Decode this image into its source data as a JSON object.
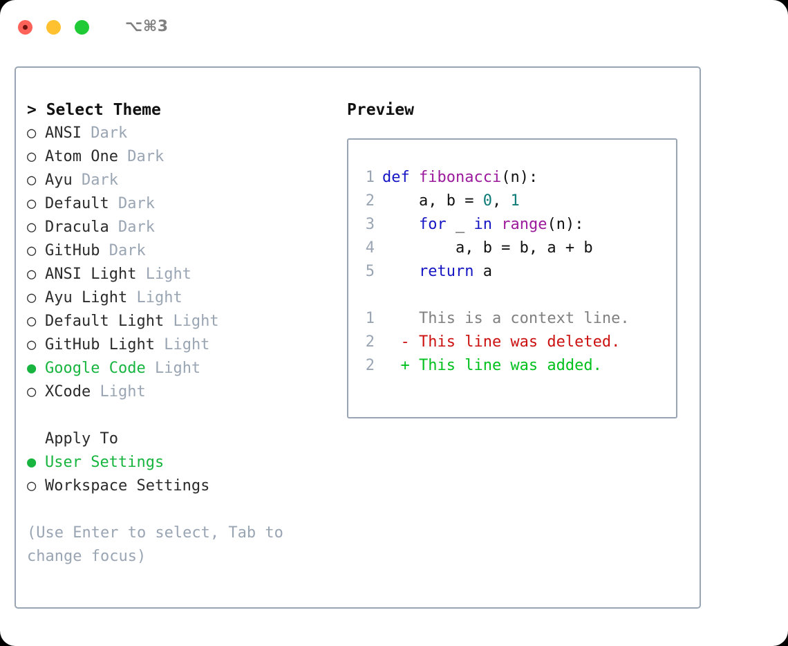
{
  "window": {
    "shortcut_hint": "⌥⌘3",
    "traffic_lights": [
      "close",
      "minimize",
      "maximize"
    ]
  },
  "theme_selector": {
    "heading": "> Select Theme",
    "options": [
      {
        "marker": "○",
        "name": "ANSI",
        "variant": "Dark",
        "selected": false
      },
      {
        "marker": "○",
        "name": "Atom One",
        "variant": "Dark",
        "selected": false
      },
      {
        "marker": "○",
        "name": "Ayu",
        "variant": "Dark",
        "selected": false
      },
      {
        "marker": "○",
        "name": "Default",
        "variant": "Dark",
        "selected": false
      },
      {
        "marker": "○",
        "name": "Dracula",
        "variant": "Dark",
        "selected": false
      },
      {
        "marker": "○",
        "name": "GitHub",
        "variant": "Dark",
        "selected": false
      },
      {
        "marker": "○",
        "name": "ANSI Light",
        "variant": "Light",
        "selected": false
      },
      {
        "marker": "○",
        "name": "Ayu Light",
        "variant": "Light",
        "selected": false
      },
      {
        "marker": "○",
        "name": "Default Light",
        "variant": "Light",
        "selected": false
      },
      {
        "marker": "○",
        "name": "GitHub Light",
        "variant": "Light",
        "selected": false
      },
      {
        "marker": "●",
        "name": "Google Code",
        "variant": "Light",
        "selected": true
      },
      {
        "marker": "○",
        "name": "XCode",
        "variant": "Light",
        "selected": false
      }
    ]
  },
  "apply_to": {
    "heading": "Apply To",
    "options": [
      {
        "marker": "●",
        "name": "User Settings",
        "selected": true
      },
      {
        "marker": "○",
        "name": "Workspace Settings",
        "selected": false
      }
    ]
  },
  "footer_hint": "(Use Enter to select, Tab to\nchange focus)",
  "preview": {
    "heading": "Preview",
    "code_lines": [
      {
        "num": "1",
        "tokens": [
          {
            "t": "def ",
            "c": "kw"
          },
          {
            "t": "fibonacci",
            "c": "fn"
          },
          {
            "t": "(n):",
            "c": "punct"
          }
        ]
      },
      {
        "num": "2",
        "tokens": [
          {
            "t": "    a, b = ",
            "c": "plain"
          },
          {
            "t": "0",
            "c": "num"
          },
          {
            "t": ", ",
            "c": "plain"
          },
          {
            "t": "1",
            "c": "num"
          }
        ]
      },
      {
        "num": "3",
        "tokens": [
          {
            "t": "    ",
            "c": "plain"
          },
          {
            "t": "for",
            "c": "kw"
          },
          {
            "t": " _ ",
            "c": "plain"
          },
          {
            "t": "in",
            "c": "kw"
          },
          {
            "t": " ",
            "c": "plain"
          },
          {
            "t": "range",
            "c": "fn"
          },
          {
            "t": "(n):",
            "c": "punct"
          }
        ]
      },
      {
        "num": "4",
        "tokens": [
          {
            "t": "        a, b = b, a + b",
            "c": "plain"
          }
        ]
      },
      {
        "num": "5",
        "tokens": [
          {
            "t": "    ",
            "c": "plain"
          },
          {
            "t": "return",
            "c": "kw"
          },
          {
            "t": " a",
            "c": "plain"
          }
        ]
      }
    ],
    "diff_lines": [
      {
        "num": "1",
        "marker": " ",
        "text": "This is a context line.",
        "kind": "ctx"
      },
      {
        "num": "2",
        "marker": "-",
        "text": "This line was deleted.",
        "kind": "del"
      },
      {
        "num": "2",
        "marker": "+",
        "text": "This line was added.",
        "kind": "add"
      }
    ]
  },
  "colors": {
    "accent_green": "#17b53f",
    "muted_gray": "#9aa5b4",
    "border": "#9aa5b4",
    "keyword": "#1616c4",
    "function": "#9c1a9c",
    "number": "#0b7a76",
    "diff_add": "#00c01d",
    "diff_del": "#cc1111",
    "diff_ctx": "#808080"
  }
}
